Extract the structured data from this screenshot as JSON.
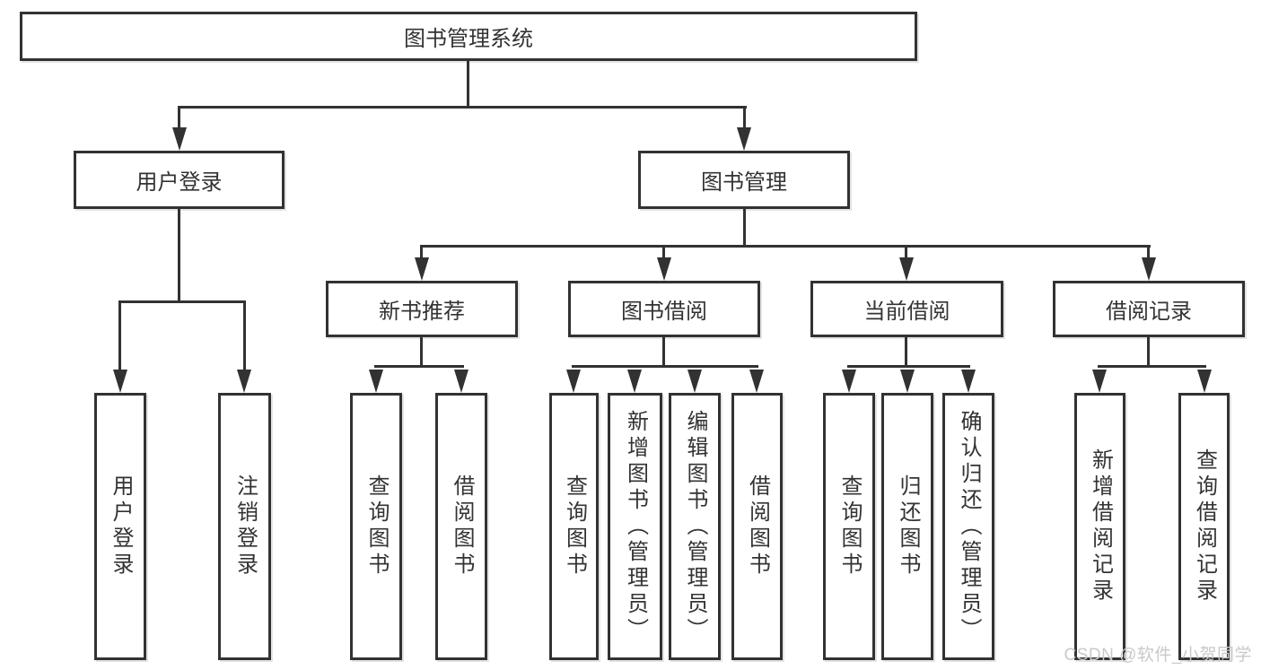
{
  "title": "图书管理系统",
  "watermark": "CSDN @软件_小贺同学",
  "colors": {
    "line": "#323232",
    "text": "#333333",
    "watermark": "#c9c9c9",
    "background": "#ffffff"
  },
  "tree": {
    "root": {
      "label": "图书管理系统"
    },
    "level2": [
      {
        "label": "用户登录"
      },
      {
        "label": "图书管理"
      }
    ],
    "level3": [
      {
        "label": "新书推荐",
        "parent": "图书管理"
      },
      {
        "label": "图书借阅",
        "parent": "图书管理"
      },
      {
        "label": "当前借阅",
        "parent": "图书管理"
      },
      {
        "label": "借阅记录",
        "parent": "图书管理"
      }
    ],
    "leaves": [
      {
        "label": "用户登录",
        "parent": "用户登录"
      },
      {
        "label": "注销登录",
        "parent": "用户登录"
      },
      {
        "label": "查询图书",
        "parent": "新书推荐"
      },
      {
        "label": "借阅图书",
        "parent": "新书推荐"
      },
      {
        "label": "查询图书",
        "parent": "图书借阅"
      },
      {
        "label": "新增图书（管理员）",
        "parent": "图书借阅"
      },
      {
        "label": "编辑图书（管理员）",
        "parent": "图书借阅"
      },
      {
        "label": "借阅图书",
        "parent": "图书借阅"
      },
      {
        "label": "查询图书",
        "parent": "当前借阅"
      },
      {
        "label": "归还图书",
        "parent": "当前借阅"
      },
      {
        "label": "确认归还（管理员）",
        "parent": "当前借阅"
      },
      {
        "label": "新增借阅记录",
        "parent": "借阅记录"
      },
      {
        "label": "查询借阅记录",
        "parent": "借阅记录"
      }
    ]
  }
}
